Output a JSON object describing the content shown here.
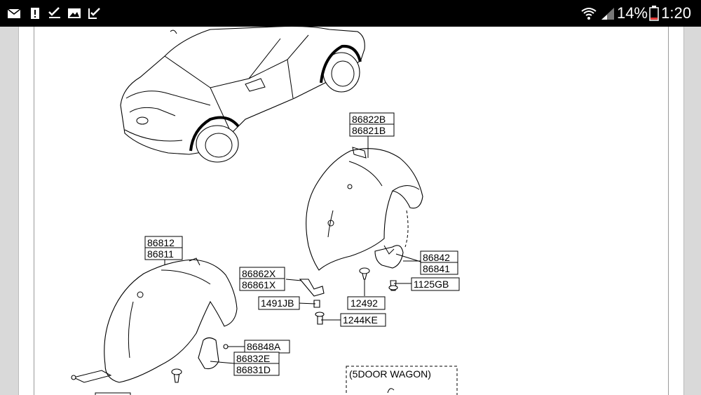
{
  "status_bar": {
    "battery_percent": "14%",
    "time": "1:20",
    "icons": [
      "mail-icon",
      "alert-icon",
      "check-icon",
      "image-icon",
      "clipboard-check-icon",
      "wifi-icon",
      "signal-icon",
      "battery-icon"
    ]
  },
  "diagram": {
    "labels": {
      "p86822B": "86822B",
      "p86821B": "86821B",
      "p86842": "86842",
      "p86841": "86841",
      "p1125GB": "1125GB",
      "p12492": "12492",
      "p86862X": "86862X",
      "p86861X": "86861X",
      "p1491JB": "1491JB",
      "p1244KE": "1244KE",
      "p86812": "86812",
      "p86811": "86811",
      "p86848A": "86848A",
      "p86832E": "86832E",
      "p86831D": "86831D",
      "wagon": "(5DOOR WAGON)"
    }
  }
}
